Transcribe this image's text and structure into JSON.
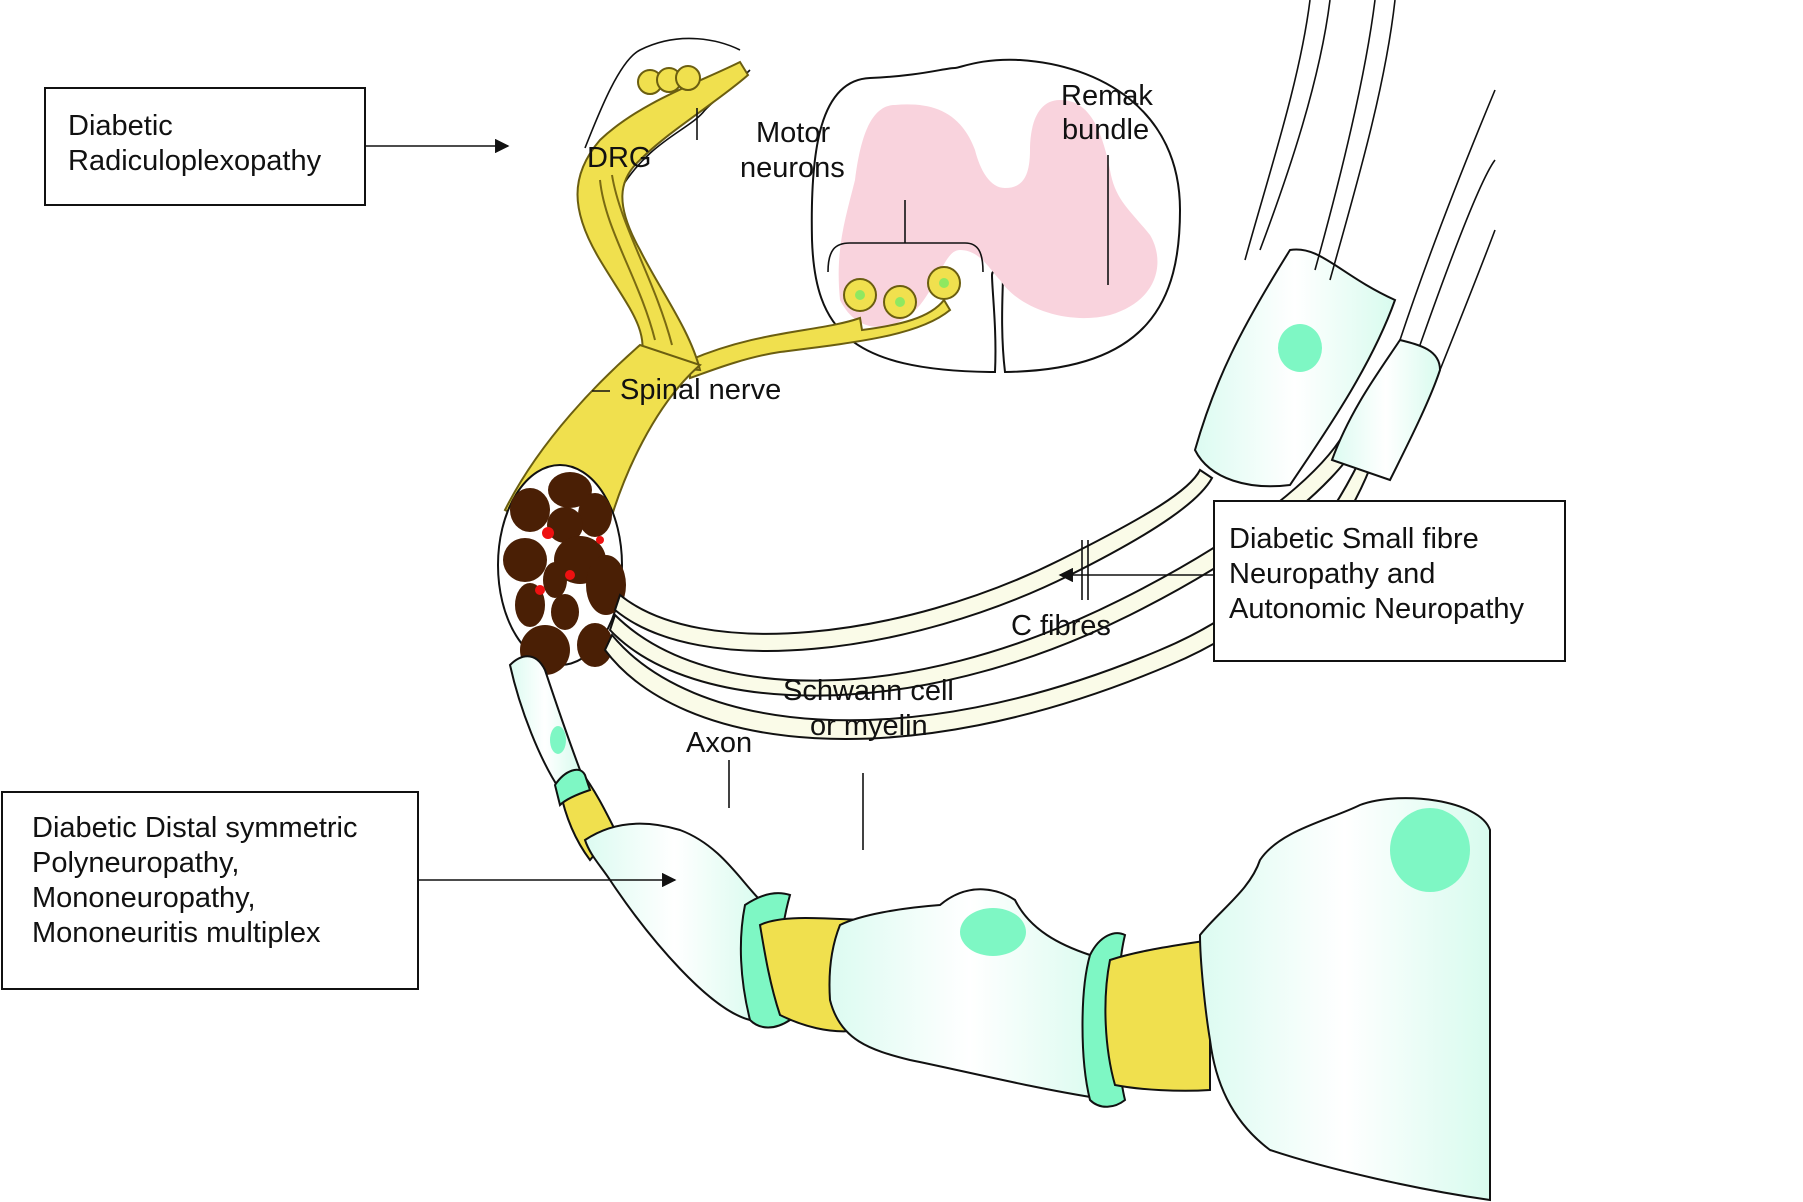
{
  "title": "Diabetic neuropathy anatomical classification diagram",
  "colors": {
    "nerve_yellow": "#f0e04e",
    "grey_matter_pink": "#f9d3dd",
    "nucleus_green": "#7ef7c4",
    "fascicle_brown": "#4a1f05",
    "vessel_red": "#ee1111",
    "c_fibre_cream": "#fafbe8"
  },
  "callouts": {
    "radiculoplexopathy": {
      "lines": [
        "Diabetic",
        "Radiculoplexopathy"
      ]
    },
    "small_fibre": {
      "lines": [
        "Diabetic Small fibre",
        "Neuropathy and",
        "Autonomic Neuropathy"
      ]
    },
    "distal": {
      "lines": [
        "Diabetic Distal symmetric",
        "Polyneuropathy,",
        "Mononeuropathy,",
        "Mononeuritis multiplex"
      ]
    }
  },
  "labels": {
    "drg": "DRG",
    "motor_neurons": [
      "Motor",
      "neurons"
    ],
    "remak_bundle": [
      "Remak",
      "bundle"
    ],
    "spinal_nerve": "Spinal nerve",
    "c_fibres": "C fibres",
    "axon": "Axon",
    "schwann": [
      "Schwann cell",
      "or myelin"
    ]
  }
}
